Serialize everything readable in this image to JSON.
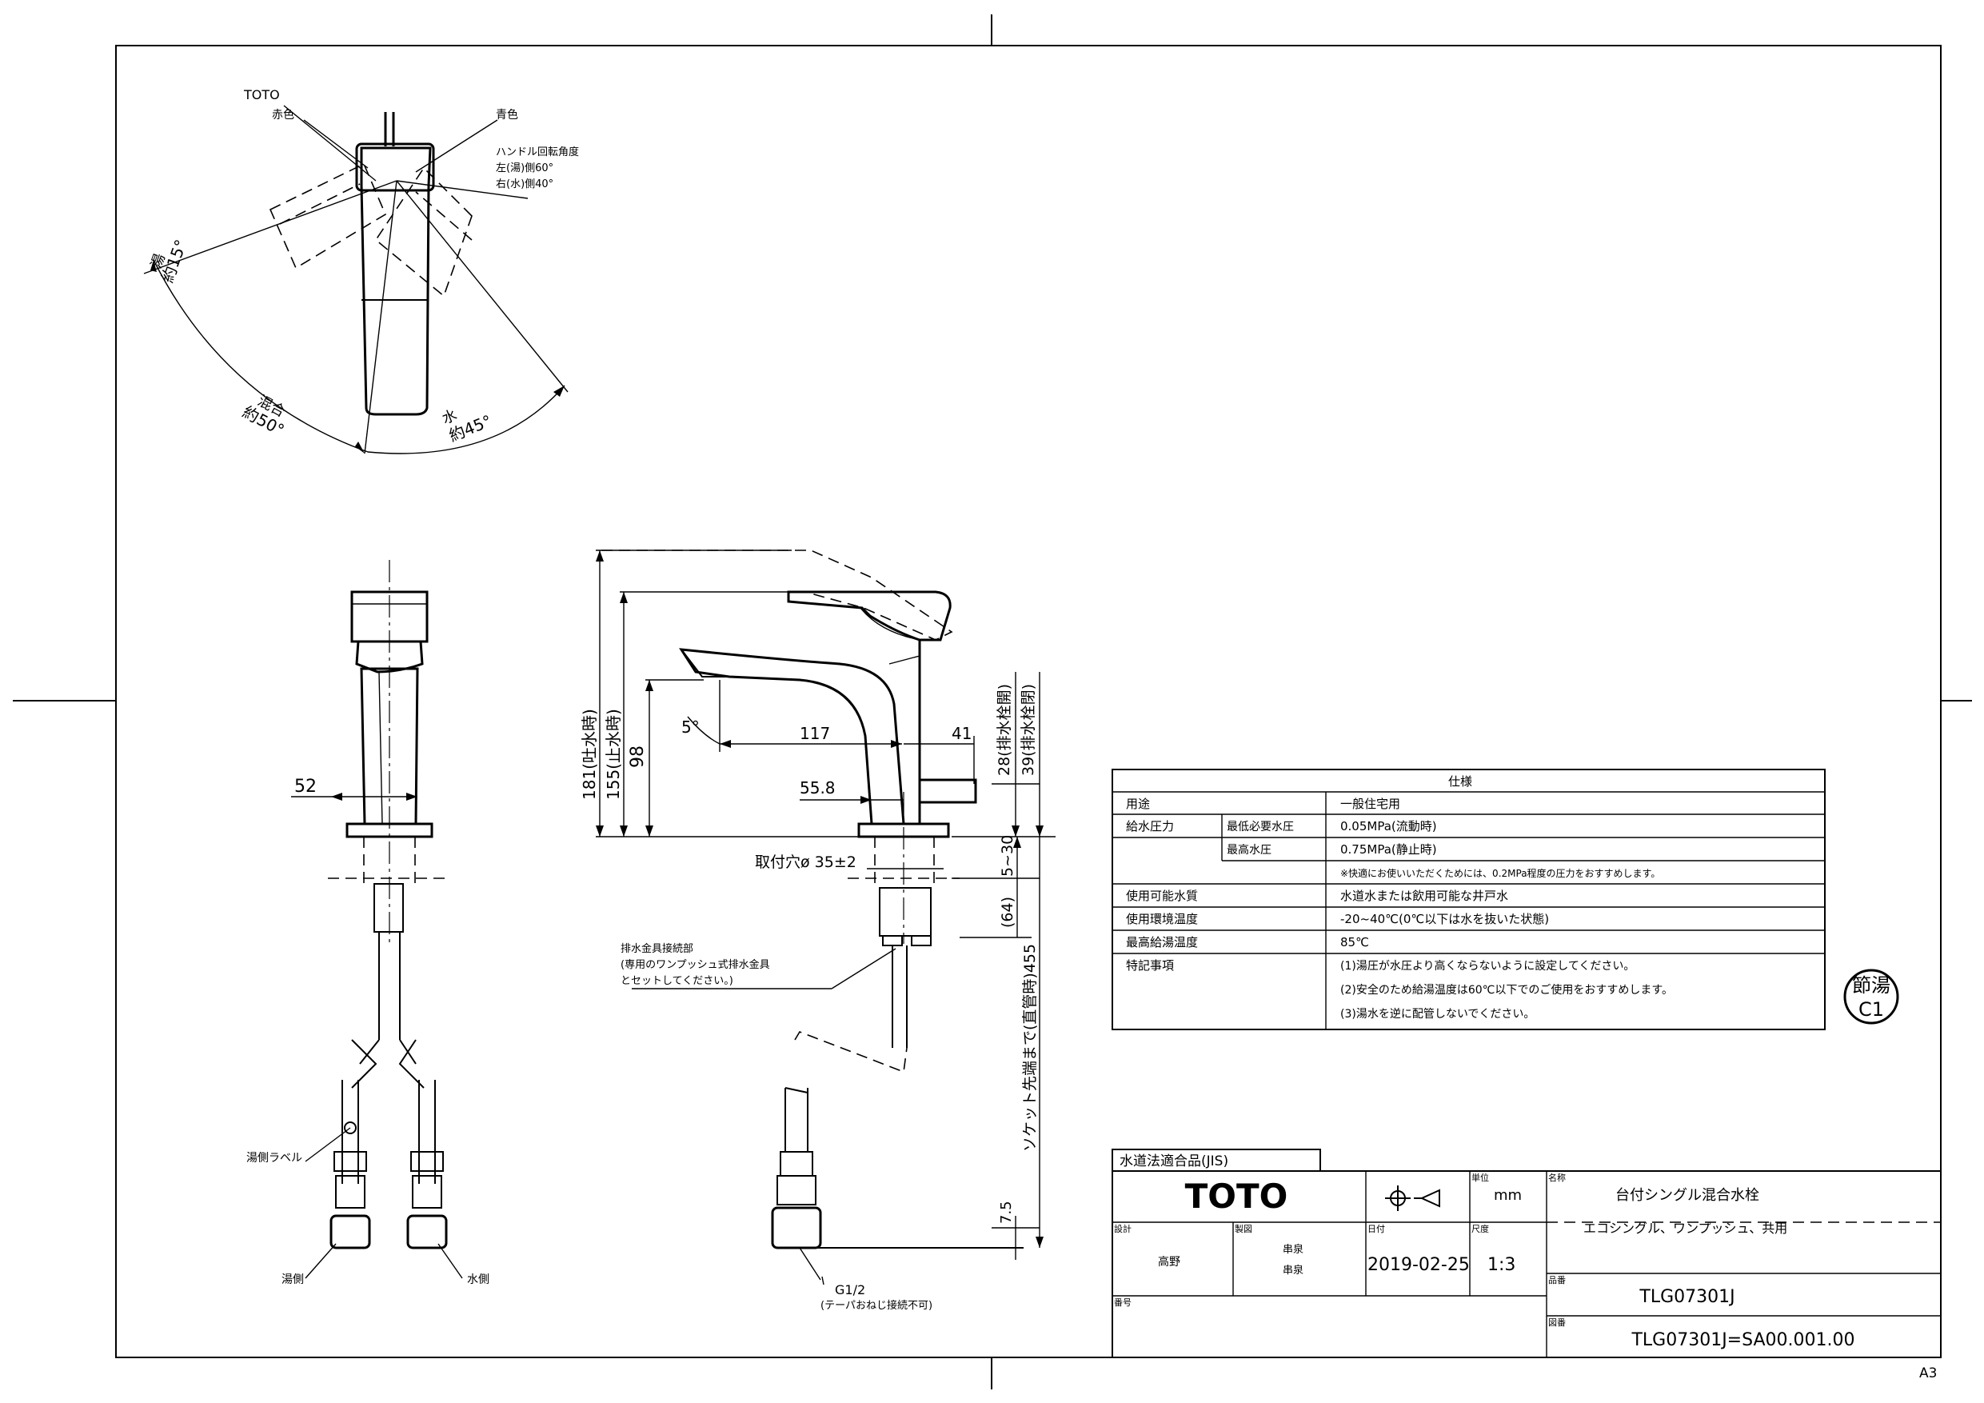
{
  "top_view": {
    "brand_label": "TOTO",
    "hot_color_label": "赤色",
    "cold_color_label": "青色",
    "handle_angle_lines": [
      "ハンドル回転角度",
      "左(湯)側60°",
      "右(水)側40°"
    ],
    "hot_angle_label": "湯",
    "hot_angle_value": "約15°",
    "mix_angle_label": "混合",
    "mix_angle_value": "約50°",
    "cold_angle_label": "水",
    "cold_angle_value": "約45°"
  },
  "front_view": {
    "width_dim": "52",
    "hot_label_tag": "湯側ラベル",
    "hot_side": "湯側",
    "cold_side": "水側"
  },
  "side_view": {
    "dim_181": "181(吐水時)",
    "dim_155": "155(止水時)",
    "dim_98": "98",
    "dim_angle": "5°",
    "dim_117": "117",
    "dim_41": "41",
    "dim_28": "28(排水栓開)",
    "dim_39": "39(排水栓閉)",
    "dim_558": "55.8",
    "mount_hole": "取付穴ø 35±2",
    "dim_5_30": "5~30",
    "dim_64": "(64)",
    "dim_455": "ソケット先端まで(直管時)455",
    "dim_75": "7.5",
    "drain_note": [
      "排水金具接続部",
      "(専用のワンプッシュ式排水金具",
      "とセットしてください。)"
    ],
    "thread": "G1/2",
    "thread_note": "(テーパおねじ接続不可)"
  },
  "spec_table": {
    "title": "仕様",
    "rows": [
      {
        "label": "用途",
        "sub": "",
        "value": "一般住宅用"
      },
      {
        "label": "給水圧力",
        "sub": "最低必要水圧",
        "value": "0.05MPa(流動時)"
      },
      {
        "label": "",
        "sub": "最高水圧",
        "value": "0.75MPa(静止時)"
      },
      {
        "label": "",
        "sub": "",
        "value": "※快適にお使いいただくためには、0.2MPa程度の圧力をおすすめします。"
      },
      {
        "label": "使用可能水質",
        "sub": "",
        "value": "水道水または飲用可能な井戸水"
      },
      {
        "label": "使用環境温度",
        "sub": "",
        "value": "-20~40℃(0℃以下は水を抜いた状態)"
      },
      {
        "label": "最高給湯温度",
        "sub": "",
        "value": "85℃"
      },
      {
        "label": "特記事項",
        "sub": "",
        "value": "(1)湯圧が水圧より高くならないように設定してください。"
      },
      {
        "label": "",
        "sub": "",
        "value": "(2)安全のため給湯温度は60℃以下でのご使用をおすすめします。"
      },
      {
        "label": "",
        "sub": "",
        "value": "(3)湯水を逆に配管しないでください。"
      }
    ]
  },
  "stamp": {
    "line1": "節湯",
    "line2": "C1"
  },
  "title_block": {
    "jis_label": "水道法適合品(JIS)",
    "logo": "TOTO",
    "unit_label": "単位",
    "unit": "mm",
    "name_label": "名称",
    "name": "台付シングル混合水栓",
    "sub_name": "エコシングル、ワンプッシュ、共用",
    "design_label": "設計",
    "designer": "高野",
    "draw_label": "製図",
    "drawer_1": "串泉",
    "drawer_2": "串泉",
    "date_label": "日付",
    "date": "2019-02-25",
    "scale_label": "尺度",
    "scale": "1:3",
    "model_label": "品番",
    "model": "TLG07301J",
    "number_label": "番号",
    "drawing_label": "図番",
    "drawing_no": "TLG07301J=SA00.001.00"
  },
  "sheet_size": "A3"
}
